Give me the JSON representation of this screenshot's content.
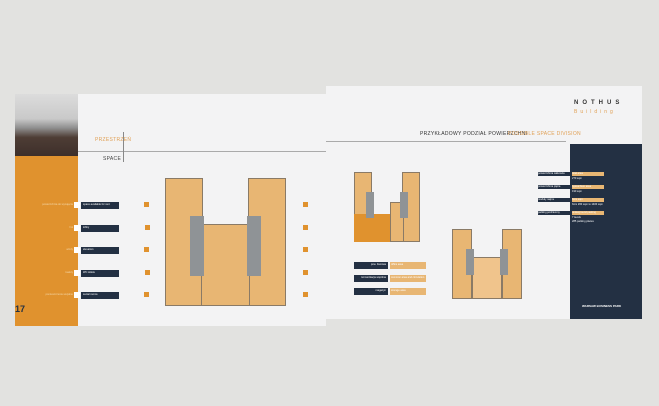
{
  "left_page": {
    "heading_pl": "PRZESTRZEŃ",
    "heading_en": "SPACE",
    "page_number": "17",
    "legend": [
      {
        "label": "powierzchnia do wynajęcia",
        "value": "space available for rent"
      },
      {
        "label": "hol",
        "value": "lobby"
      },
      {
        "label": "windy",
        "value": "elevators"
      },
      {
        "label": "toalety",
        "value": "WC toilets"
      },
      {
        "label": "pomieszczenia socjalne",
        "value": "social rooms"
      }
    ]
  },
  "right_page": {
    "heading_pl": "PRZYKŁADOWY PODZIAŁ POWIERZCHNI",
    "heading_en": "POSSIBLE SPACE DIVISION",
    "logo": "NOTHUS",
    "logo_sub": "Building",
    "plan_legend": [
      {
        "label": "pow. biurowa",
        "value": "office area"
      },
      {
        "label": "komunikacja wspólna",
        "value": "common area and circulation"
      },
      {
        "label": "magazyn",
        "value": "storage area"
      }
    ],
    "specs": [
      {
        "label": "powierzchnia całkowita",
        "title": "total area",
        "value": "270 sqm"
      },
      {
        "label": "powierzchnia piętra",
        "title": "typical floor area",
        "value": "190 sqm"
      },
      {
        "label": "moduły najmu",
        "title": "from sqm",
        "value": "from 260 sqm to 1400 sqm"
      },
      {
        "label": "parking podziemny",
        "title": "underground parking",
        "value": "7 levels",
        "value2": "285 parking places"
      }
    ],
    "footer_logo": "WARSAW BUSINESS PARK"
  },
  "colors": {
    "orange": "#e0922e",
    "navy": "#233043",
    "plan": "#e8b673"
  }
}
